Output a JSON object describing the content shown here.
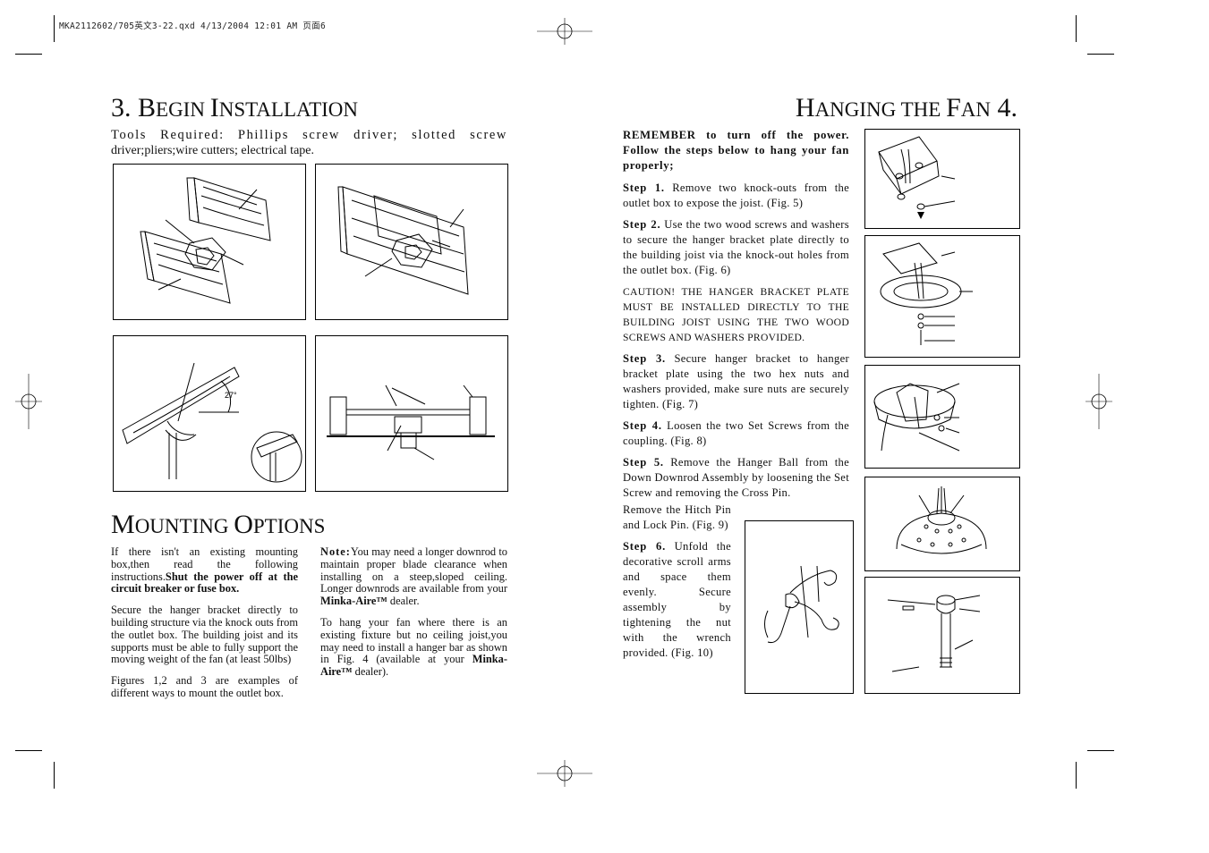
{
  "header": {
    "file_info": "MKA2112602/705英文3-22.qxd  4/13/2004  12:01 AM  页面6"
  },
  "left": {
    "title": {
      "num": "3. ",
      "w1_cap": "B",
      "w1_rest": "egin ",
      "w2_cap": "I",
      "w2_rest": "nstallation"
    },
    "tools_line1": "Tools Required: Phillips screw driver; slotted screw",
    "tools_line2": "driver;pliers;wire cutters; electrical tape.",
    "fig3_angle": "27°",
    "mounting_title": {
      "w1_cap": "M",
      "w1_rest": "ounting ",
      "w2_cap": "O",
      "w2_rest": "ptions"
    },
    "col1": {
      "p1_text": "If there isn't an existing mounting box,then read the following instructions.",
      "p1_bold": "Shut the power off at the circuit breaker or fuse box.",
      "p2": "Secure the hanger bracket directly to building structure via the knock outs from the outlet box. The building joist and its supports must be able to fully support the moving weight of the fan (at least 50lbs)",
      "p3": "Figures 1,2 and 3 are examples of different ways to mount the outlet box."
    },
    "col2": {
      "note_label": "Note:",
      "note_text": "You may need a longer downrod to maintain proper blade clearance when installing on a steep,sloped ceiling. Longer downrods are available from your ",
      "brand": "Minka-Aire™",
      "note_tail": " dealer.",
      "p2_text": "To hang your fan where there is an existing fixture but no ceiling joist,you may need to install a hanger bar as shown in Fig. 4 (available at your ",
      "p2_brand": "Minka-Aire™",
      "p2_tail": " dealer)."
    }
  },
  "right": {
    "title": {
      "w1_cap": "H",
      "w1_rest": "anging the ",
      "w2_cap": "F",
      "w2_rest": "an",
      "num": " 4."
    },
    "remember": "REMEMBER to turn off the power. Follow the steps below to hang your fan properly;",
    "step1_label": "Step 1.",
    "step1_text": " Remove two knock-outs from the outlet box to expose the joist. (Fig. 5)",
    "step2_label": "Step 2.",
    "step2_text": " Use the two wood screws and washers to secure the hanger bracket plate directly to the building joist via the knock-out holes from the outlet box. (Fig. 6)",
    "caution": "CAUTION! THE HANGER BRACKET PLATE MUST BE INSTALLED DIRECTLY TO THE BUILDING JOIST USING THE TWO WOOD SCREWS AND WASHERS PROVIDED.",
    "step3_label": "Step 3.",
    "step3_text": " Secure hanger bracket to hanger bracket plate using the two hex nuts and washers provided, make sure nuts are securely tighten. (Fig. 7)",
    "step4_label": "Step 4.",
    "step4_text": " Loosen the two Set Screws from the coupling. (Fig. 8)",
    "step5_label": "Step 5.",
    "step5_text": " Remove the Hanger Ball from the Down Downrod Assembly by loosening the Set Screw and removing the Cross Pin.",
    "step5_tail": "Remove the Hitch Pin and Lock Pin. (Fig. 9)",
    "step6_label": "Step 6.",
    "step6_text": " Unfold the decorative scroll arms and space them evenly. Secure assembly by tightening the nut with the wrench provided. (Fig. 10)"
  }
}
